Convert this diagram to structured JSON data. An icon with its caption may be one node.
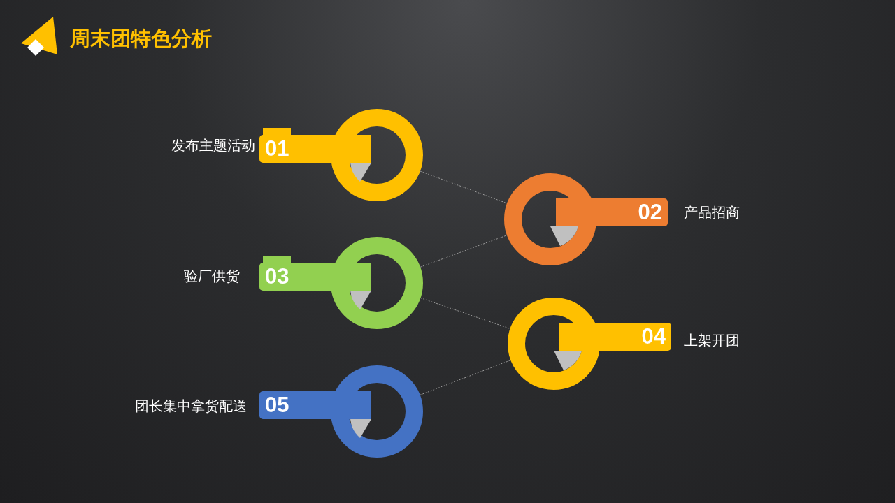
{
  "diagram": {
    "title": "周末团特色分析",
    "nodes": [
      {
        "text": [
          "01"
        ],
        "beside": [
          "发布主题活动"
        ]
      },
      {
        "text": [
          "02"
        ],
        "beside": [
          "产品招商"
        ]
      },
      {
        "text": [
          "03"
        ],
        "beside": [
          "验厂供货"
        ]
      },
      {
        "text": [
          "04"
        ],
        "beside": [
          "上架开团"
        ]
      },
      {
        "text": [
          "05"
        ],
        "beside": [
          "团长集中拿货配送"
        ]
      }
    ],
    "edges": [
      {
        "from": 0,
        "to": 1,
        "arrow": "none"
      },
      {
        "from": 2,
        "to": 1,
        "arrow": "none"
      },
      {
        "from": 2,
        "to": 3,
        "arrow": "none"
      },
      {
        "from": 4,
        "to": 3,
        "arrow": "none"
      }
    ]
  }
}
